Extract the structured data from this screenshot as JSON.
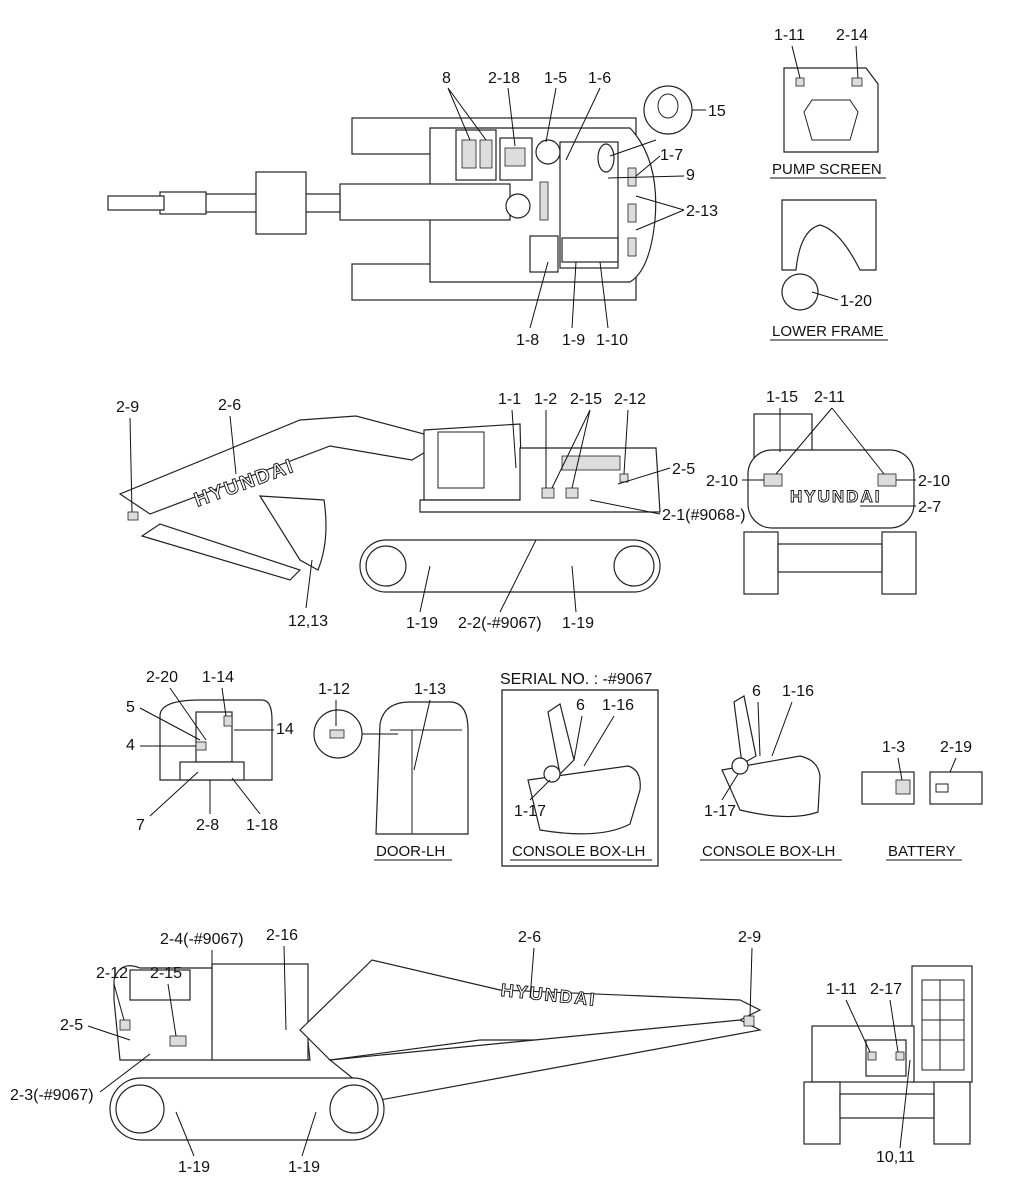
{
  "top_view": {
    "callouts": {
      "c8": "8",
      "c2_18": "2-18",
      "c1_5": "1-5",
      "c1_6": "1-6",
      "c15": "15",
      "c1_7": "1-7",
      "c9": "9",
      "c2_13": "2-13",
      "c1_8": "1-8",
      "c1_9": "1-9",
      "c1_10": "1-10"
    }
  },
  "pump_screen": {
    "title": "PUMP SCREEN",
    "callouts": {
      "c1_11": "1-11",
      "c2_14": "2-14"
    }
  },
  "lower_frame": {
    "title": "LOWER FRAME",
    "callouts": {
      "c1_20": "1-20"
    }
  },
  "side_view_lh": {
    "brand": "HYUNDAI",
    "callouts": {
      "c2_9": "2-9",
      "c2_6": "2-6",
      "c1_1": "1-1",
      "c1_2": "1-2",
      "c2_15": "2-15",
      "c2_12": "2-12",
      "c2_5": "2-5",
      "c2_1": "2-1(#9068-)",
      "c12_13": "12,13",
      "c1_19a": "1-19",
      "c2_2": "2-2(-#9067)",
      "c1_19b": "1-19"
    }
  },
  "rear_view": {
    "brand": "HYUNDAI",
    "callouts": {
      "c1_15": "1-15",
      "c2_11": "2-11",
      "c2_10a": "2-10",
      "c2_10b": "2-10",
      "c2_7": "2-7"
    }
  },
  "seat_detail": {
    "callouts": {
      "c2_20": "2-20",
      "c1_14": "1-14",
      "c5": "5",
      "c14": "14",
      "c4": "4",
      "c7": "7",
      "c2_8": "2-8",
      "c1_18": "1-18"
    }
  },
  "door_lh": {
    "title": "DOOR-LH",
    "callouts": {
      "c1_12": "1-12",
      "c1_13": "1-13"
    }
  },
  "console_old": {
    "serial": "SERIAL NO. : -#9067",
    "title": "CONSOLE BOX-LH",
    "callouts": {
      "c6": "6",
      "c1_16": "1-16",
      "c1_17": "1-17"
    }
  },
  "console_new": {
    "title": "CONSOLE BOX-LH",
    "callouts": {
      "c6": "6",
      "c1_16": "1-16",
      "c1_17": "1-17"
    }
  },
  "battery": {
    "title": "BATTERY",
    "callouts": {
      "c1_3": "1-3",
      "c2_19": "2-19"
    }
  },
  "side_view_rh": {
    "brand": "HYUNDAI",
    "callouts": {
      "c2_4": "2-4(-#9067)",
      "c2_16": "2-16",
      "c2_6": "2-6",
      "c2_9": "2-9",
      "c2_12": "2-12",
      "c2_15": "2-15",
      "c2_5": "2-5",
      "c2_3": "2-3(-#9067)",
      "c1_19a": "1-19",
      "c1_19b": "1-19"
    }
  },
  "front_view": {
    "callouts": {
      "c1_11": "1-11",
      "c2_17": "2-17",
      "c10_11": "10,11"
    }
  }
}
